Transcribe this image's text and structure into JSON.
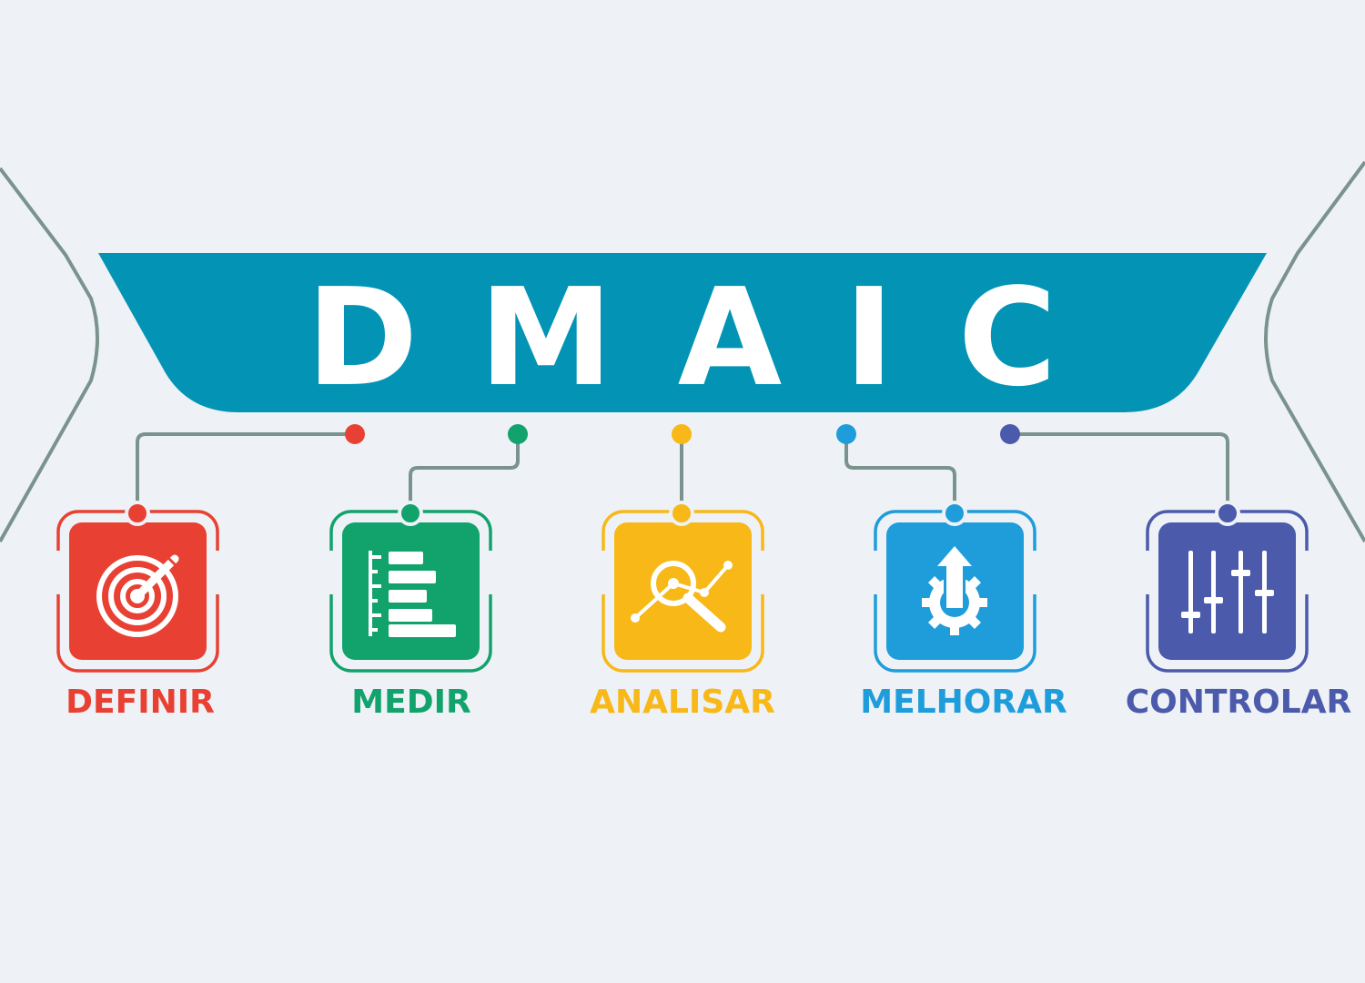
{
  "colors": {
    "background": "#eef2f7",
    "banner": "#0394b5",
    "connector": "#7a938d",
    "title_text": "#ffffff"
  },
  "title": {
    "letters": [
      "D",
      "M",
      "A",
      "I",
      "C"
    ]
  },
  "steps": [
    {
      "label": "DEFINIR",
      "color": "#e84133",
      "icon": "target-pencil-icon"
    },
    {
      "label": "MEDIR",
      "color": "#12a36c",
      "icon": "ruler-bars-icon"
    },
    {
      "label": "ANALISAR",
      "color": "#f7b818",
      "icon": "magnifier-chart-icon"
    },
    {
      "label": "MELHORAR",
      "color": "#1f9ddb",
      "icon": "gear-arrow-up-icon"
    },
    {
      "label": "CONTROLAR",
      "color": "#4b5aab",
      "icon": "sliders-icon"
    }
  ]
}
